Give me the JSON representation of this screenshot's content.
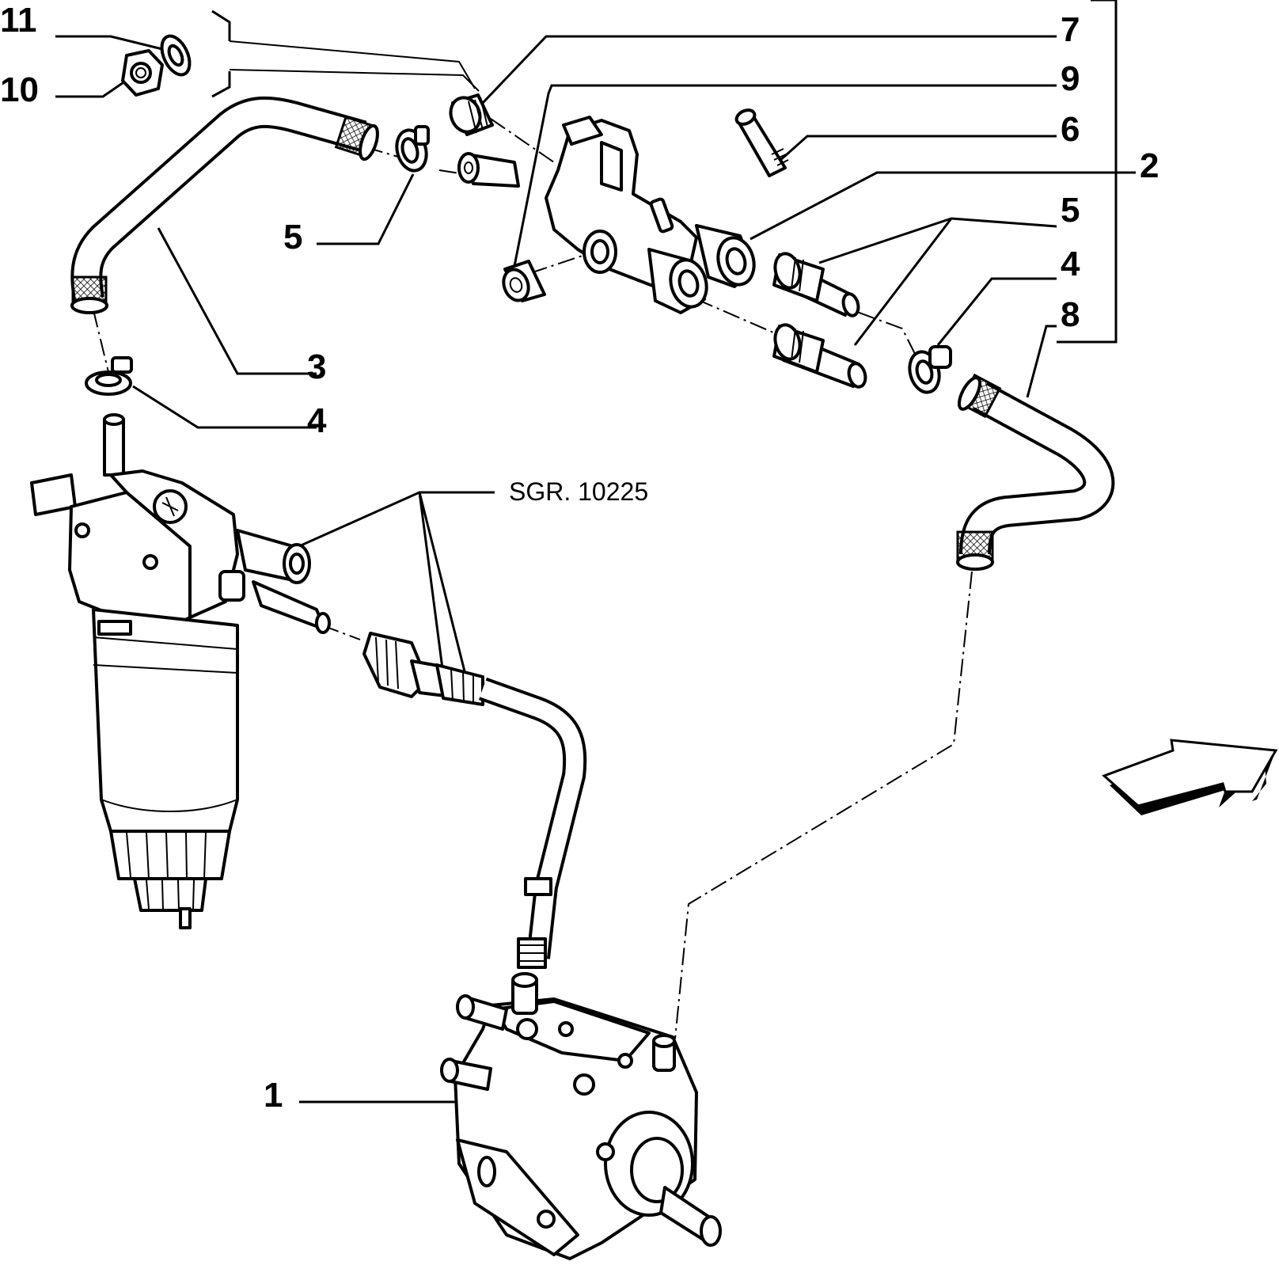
{
  "diagram": {
    "callouts": [
      {
        "id": "c11",
        "text": "11"
      },
      {
        "id": "c10",
        "text": "10"
      },
      {
        "id": "c7",
        "text": "7"
      },
      {
        "id": "c9",
        "text": "9"
      },
      {
        "id": "c6",
        "text": "6"
      },
      {
        "id": "c2",
        "text": "2"
      },
      {
        "id": "c5a",
        "text": "5"
      },
      {
        "id": "c5b",
        "text": "5"
      },
      {
        "id": "c4a",
        "text": "4"
      },
      {
        "id": "c8",
        "text": "8"
      },
      {
        "id": "c3",
        "text": "3"
      },
      {
        "id": "c4b",
        "text": "4"
      },
      {
        "id": "c1",
        "text": "1"
      }
    ],
    "reference": "SGR. 10225"
  }
}
